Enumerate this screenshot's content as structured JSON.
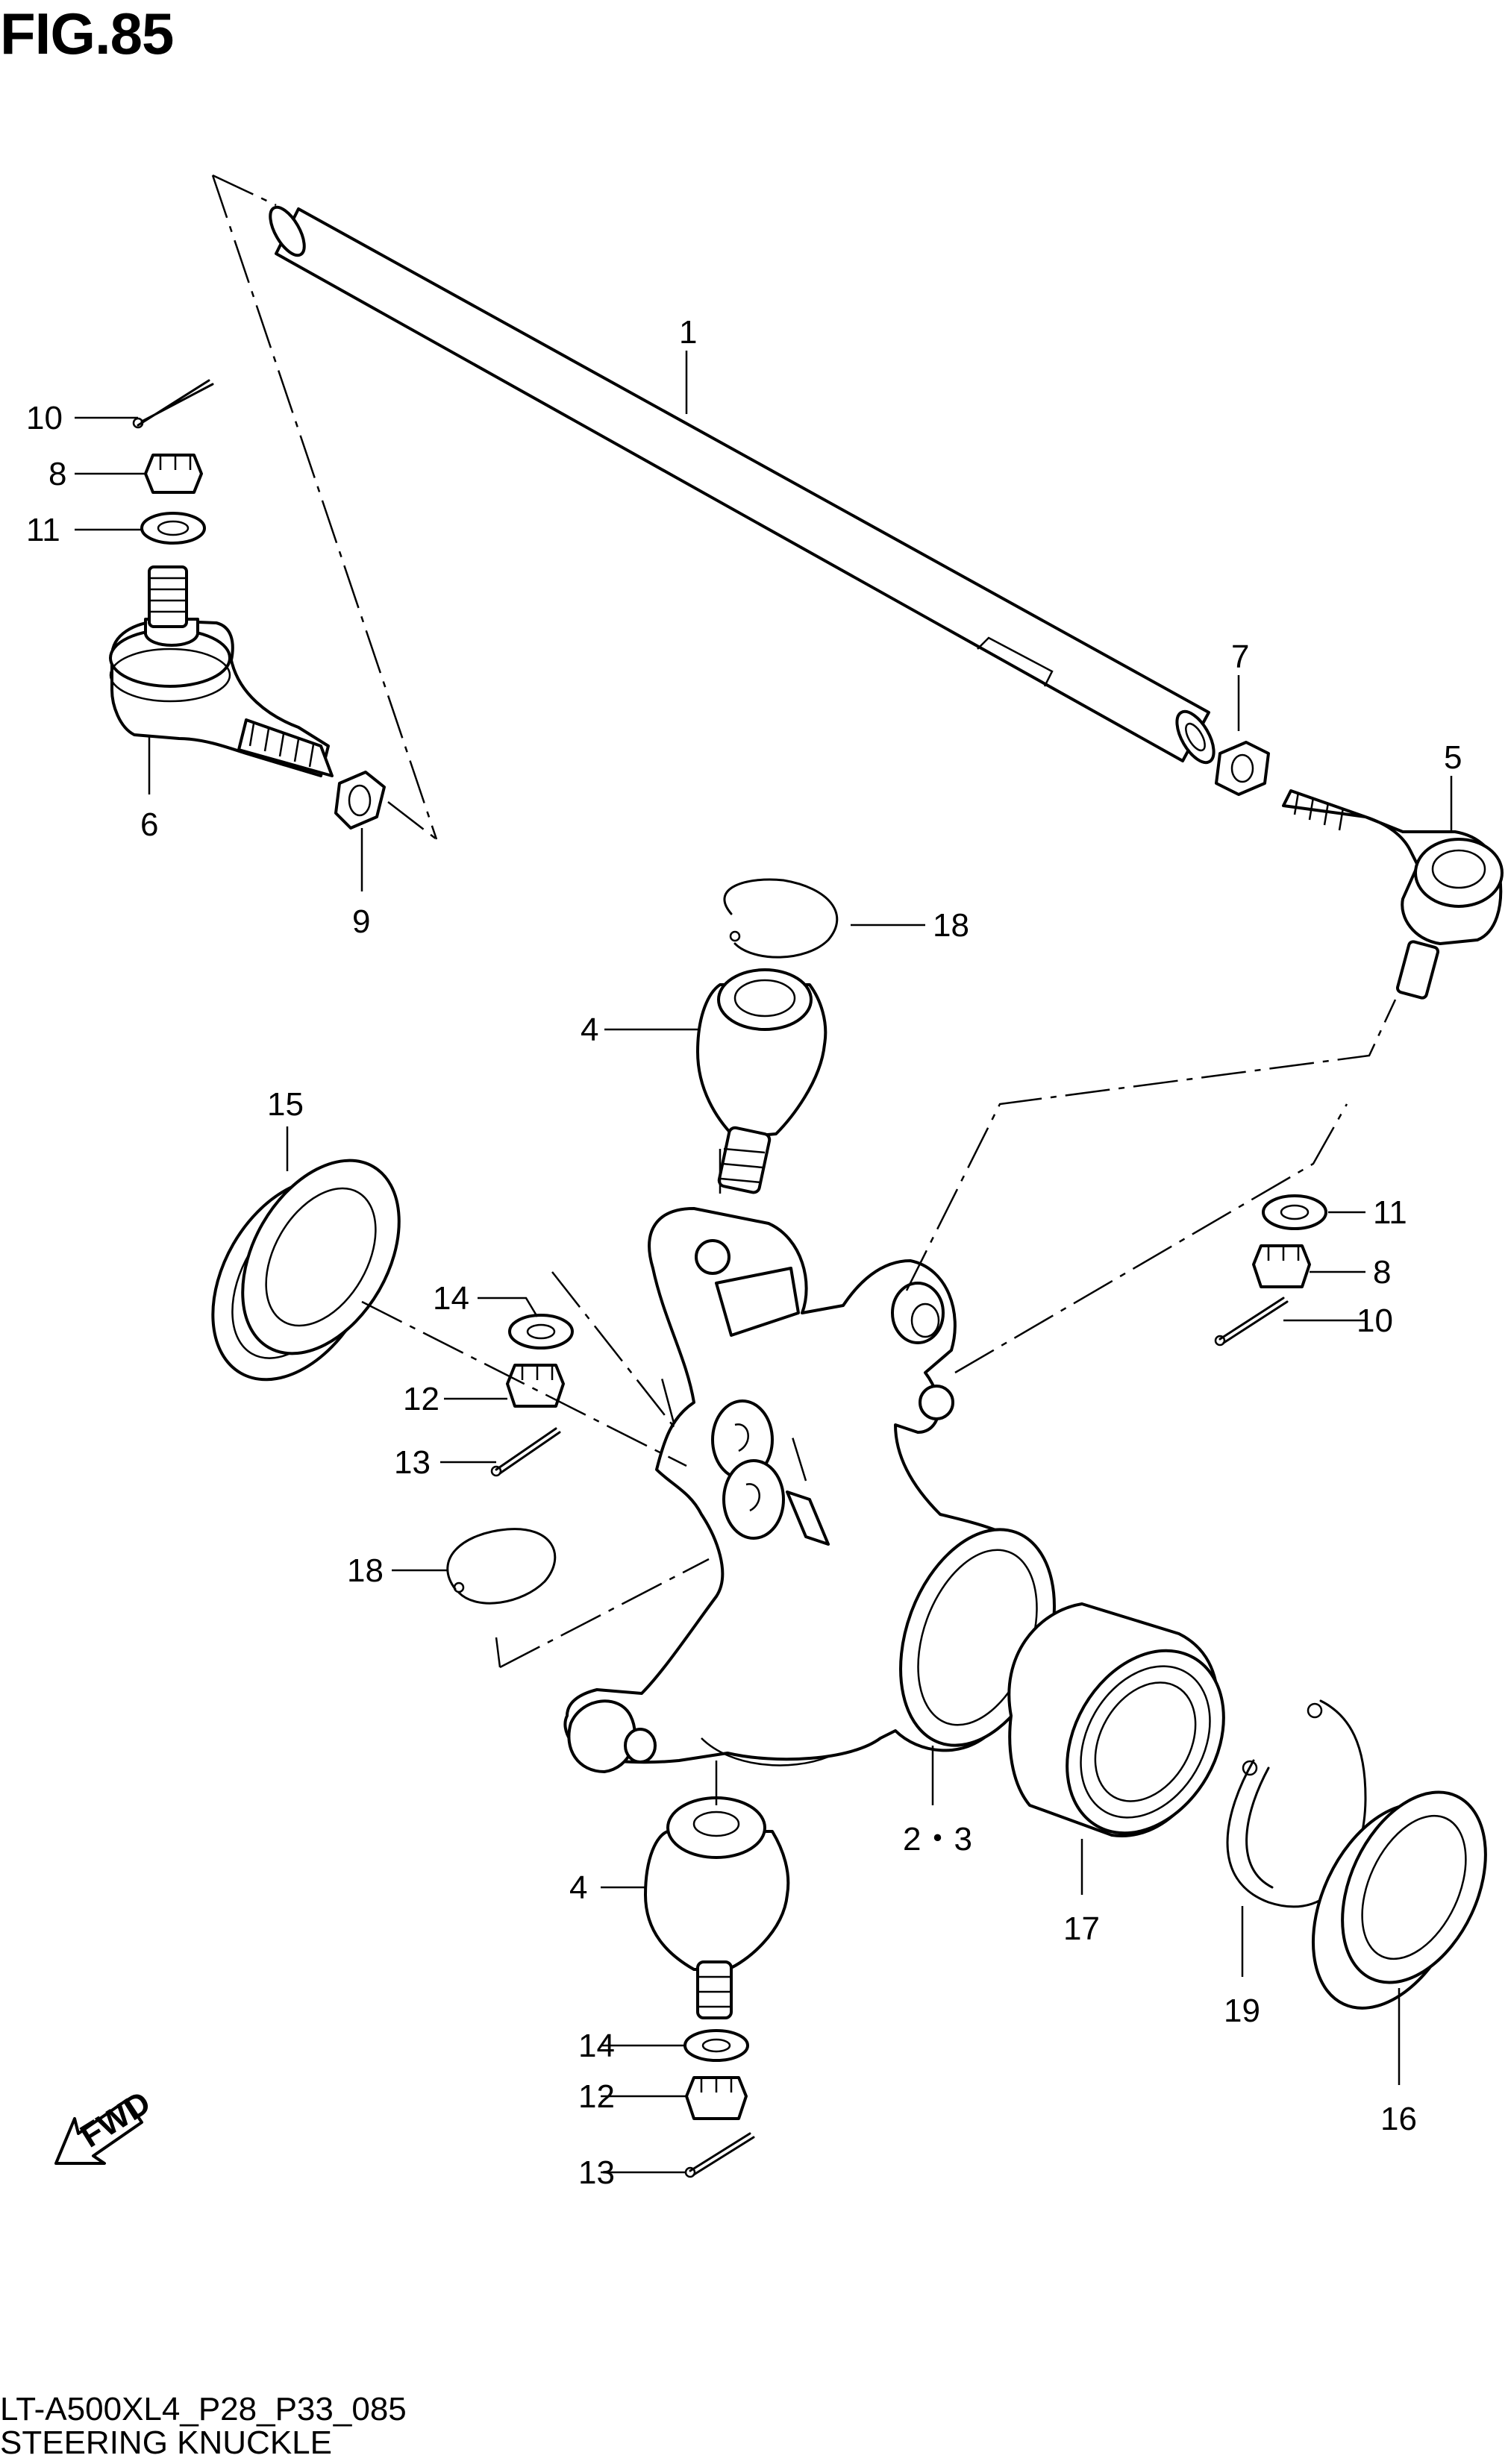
{
  "figure": {
    "title": "FIG.85",
    "code": "LT-A500XL4_P28_P33_085",
    "name": "STEERING KNUCKLE",
    "fwd_label": "FWD"
  },
  "callouts": {
    "c1": "1",
    "c5": "5",
    "c6": "6",
    "c7": "7",
    "c9": "9",
    "c10a": "10",
    "c8a": "8",
    "c11a": "11",
    "c18a": "18",
    "c4a": "4",
    "c15": "15",
    "c14a": "14",
    "c12a": "12",
    "c13a": "13",
    "c11b": "11",
    "c8b": "8",
    "c10b": "10",
    "c18b": "18",
    "c23": "2・3",
    "c4b": "4",
    "c17": "17",
    "c19": "19",
    "c16": "16",
    "c14b": "14",
    "c12b": "12",
    "c13b": "13"
  }
}
